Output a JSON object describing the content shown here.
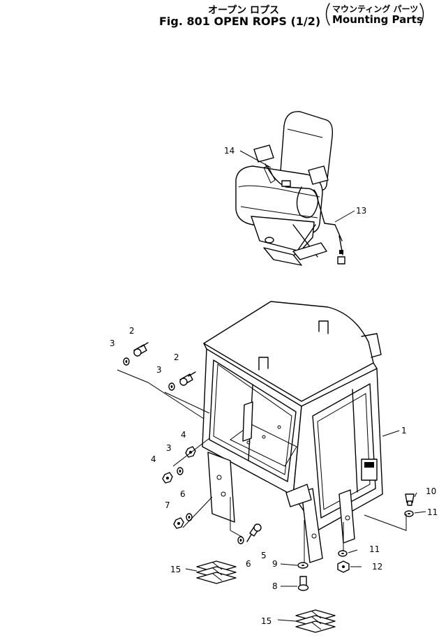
{
  "header": {
    "kana_title": "オープン ロプス",
    "main_title": "Fig. 801  OPEN  ROPS  (1/2)",
    "kana_subtitle": "マウンティング パーツ",
    "en_subtitle": "Mounting  Parts"
  },
  "callouts": {
    "c1": "1",
    "c2a": "2",
    "c2b": "2",
    "c3a": "3",
    "c3b": "3",
    "c3c": "3",
    "c4a": "4",
    "c4b": "4",
    "c5": "5",
    "c6a": "6",
    "c6b": "6",
    "c7": "7",
    "c8": "8",
    "c9": "9",
    "c10": "10",
    "c11a": "11",
    "c11b": "11",
    "c12": "12",
    "c13": "13",
    "c14": "14",
    "c15a": "15",
    "c15b": "15"
  }
}
